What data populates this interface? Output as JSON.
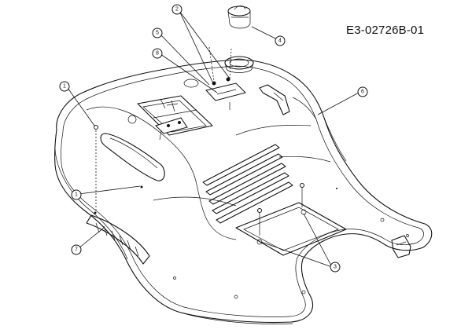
{
  "figure": {
    "reference_code": "E3-02726B-01"
  },
  "callouts": [
    {
      "label": "1"
    },
    {
      "label": "1"
    },
    {
      "label": "2"
    },
    {
      "label": "3"
    },
    {
      "label": "4"
    },
    {
      "label": "5"
    },
    {
      "label": "6"
    },
    {
      "label": "7"
    },
    {
      "label": "8"
    }
  ]
}
